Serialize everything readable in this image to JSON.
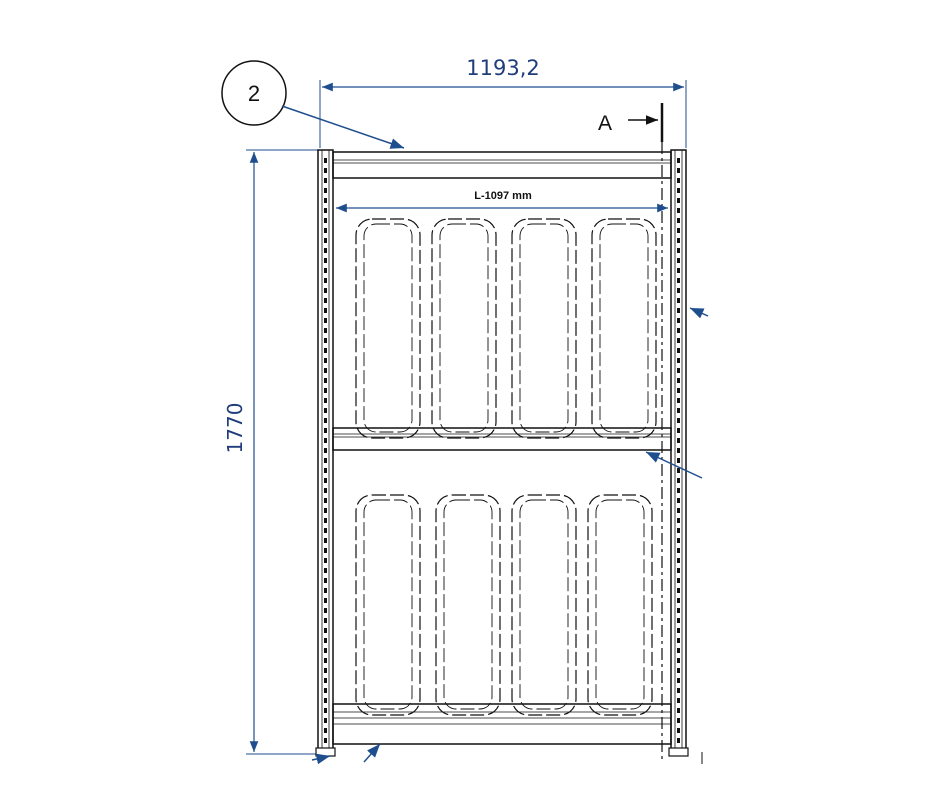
{
  "callout": {
    "label": "2"
  },
  "dimensions": {
    "overall_width": "1193,2",
    "overall_height": "1770",
    "inner_length": "L-1097 mm"
  },
  "section": {
    "label": "A"
  },
  "colors": {
    "dimension_blue": "#1f4e8f",
    "line_black": "#111111"
  }
}
